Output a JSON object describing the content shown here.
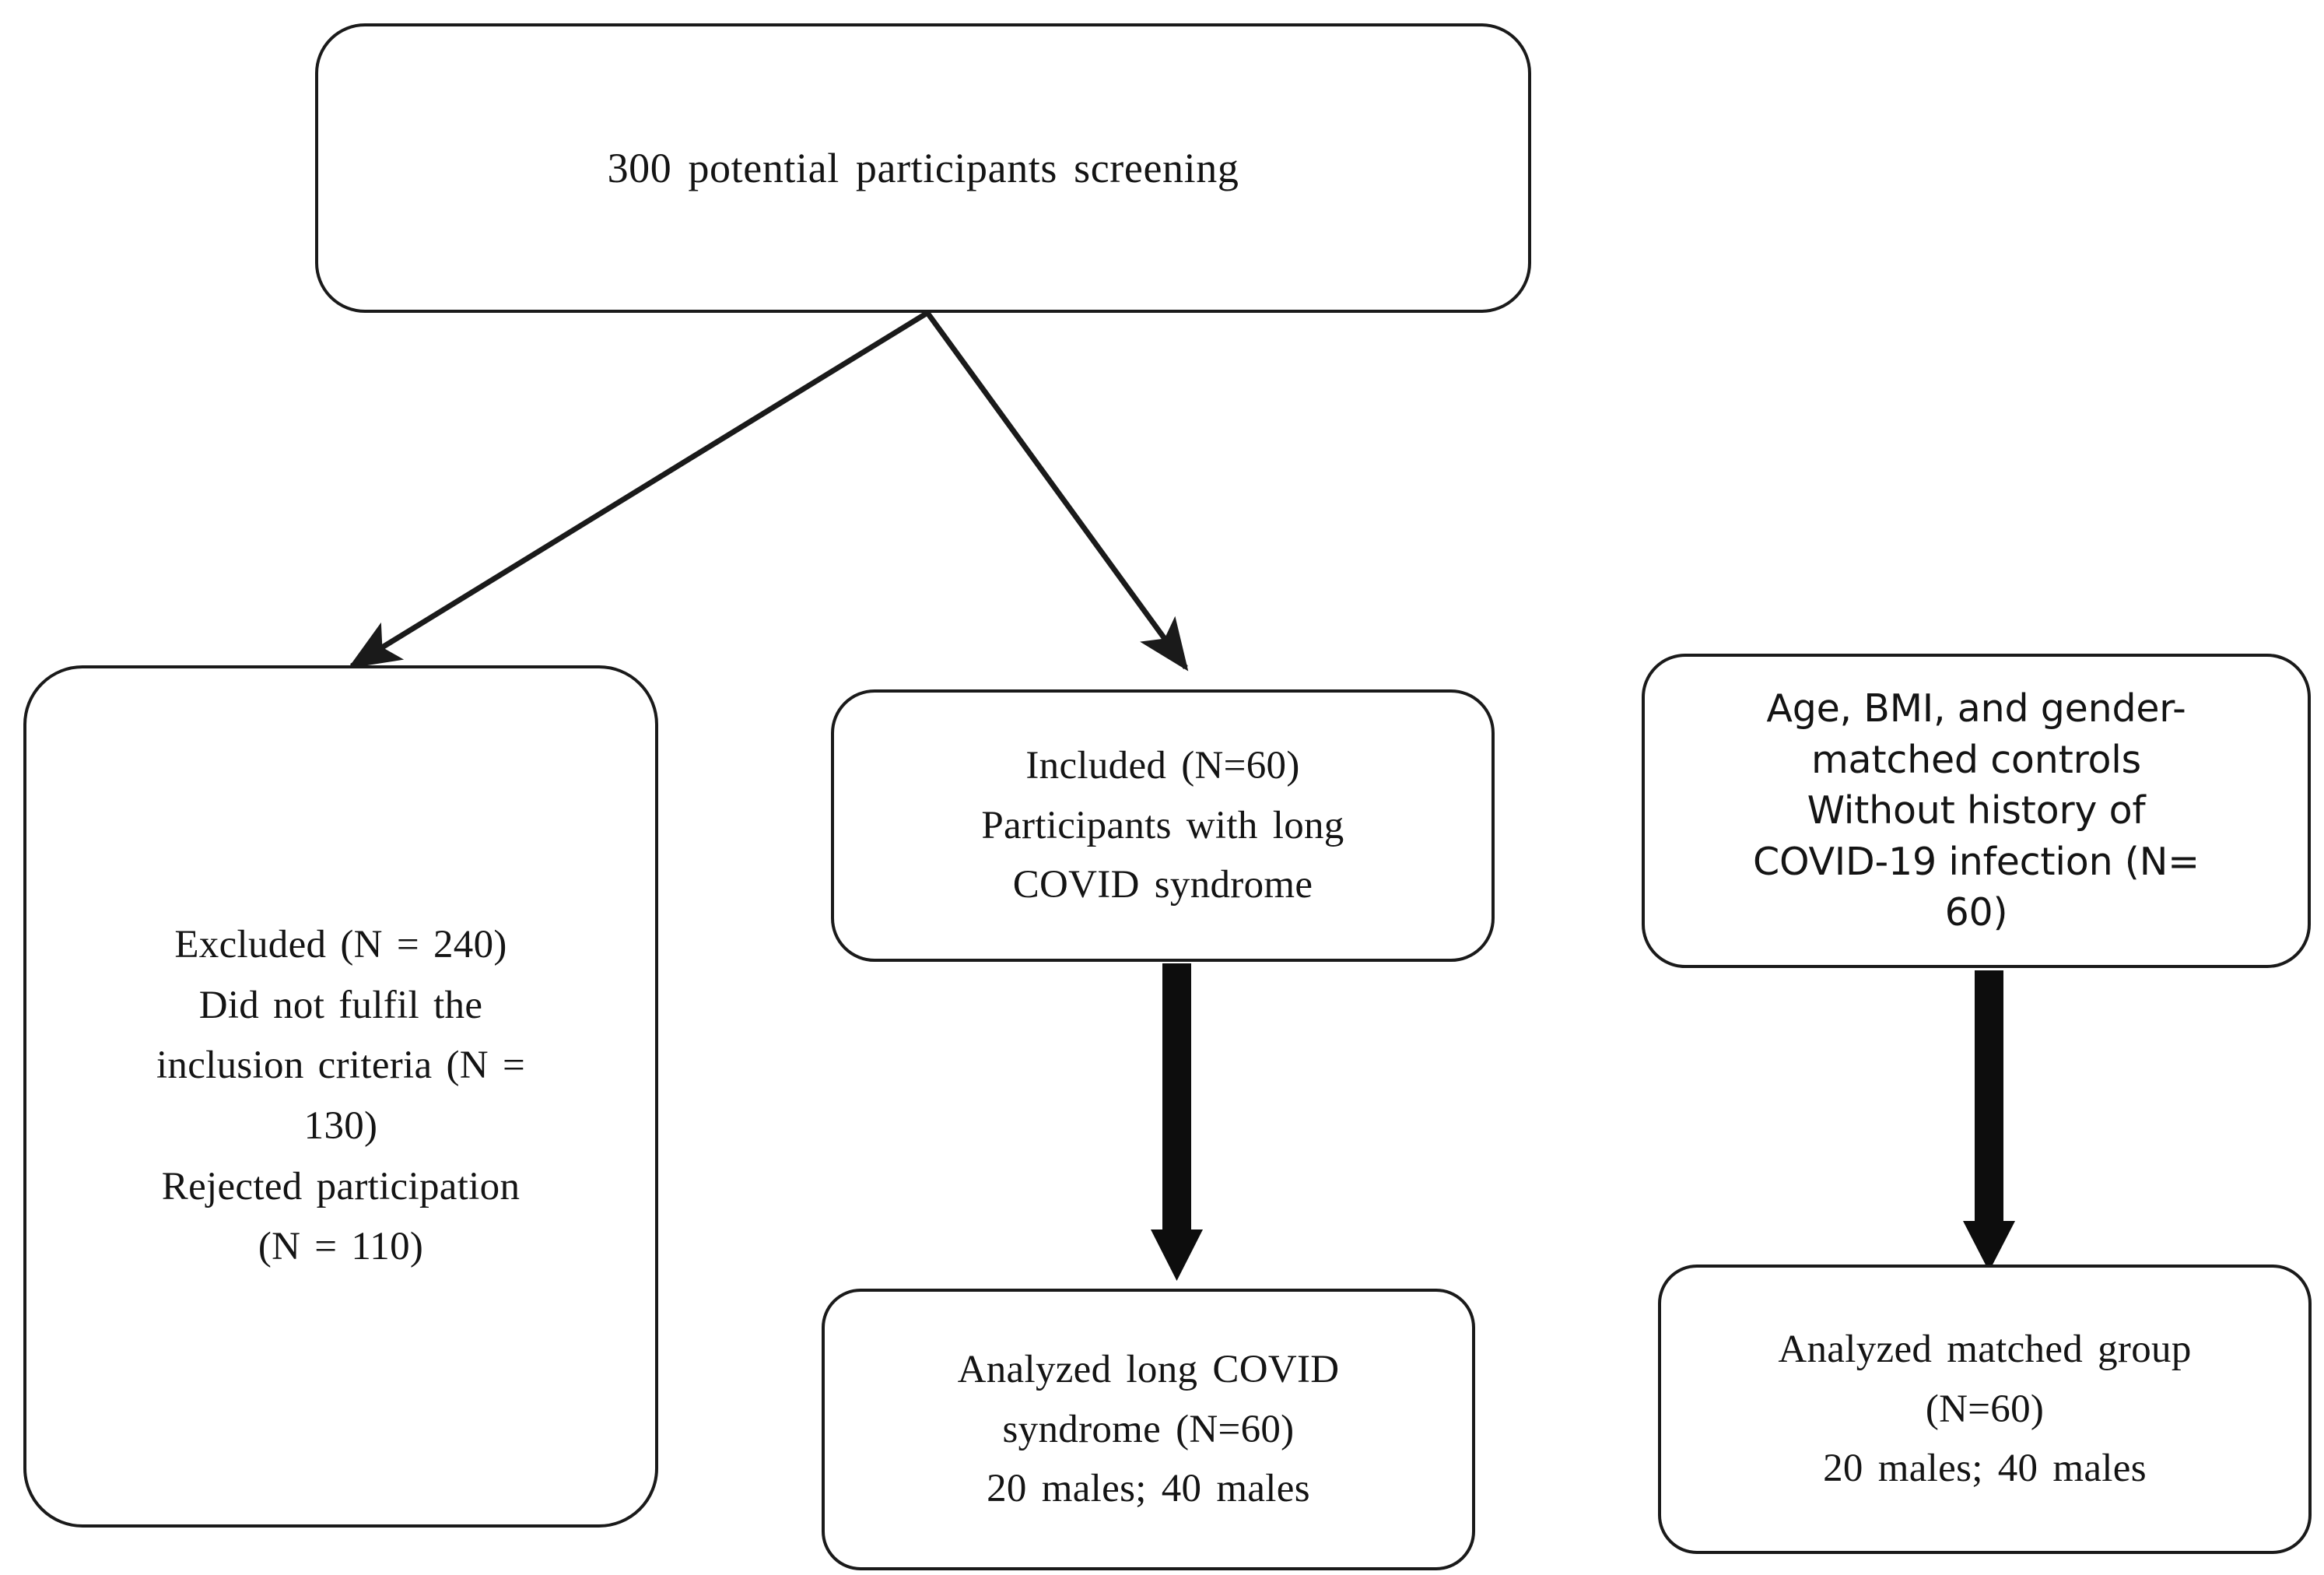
{
  "diagram": {
    "type": "flowchart",
    "orientation": "top-down",
    "background_color": "#ffffff",
    "stroke_color": "#1a1a1a",
    "text_color": "#141414"
  },
  "nodes": {
    "screening": {
      "label": "300 potential  participants  screening"
    },
    "excluded": {
      "label": "Excluded  (N = 240)\nDid not fulfil the\ninclusion  criteria (N =\n130)\nRejected participation\n(N = 110)"
    },
    "included": {
      "label": "Included  (N=60)\nParticipants  with  long\nCOVID syndrome"
    },
    "controls": {
      "label": "Age, BMI, and gender-\nmatched controls\nWithout history of\nCOVID-19 infection (N=\n60)"
    },
    "analyzed_long_covid": {
      "label": "Analyzed  long COVID\nsyndrome  (N=60)\n20 males; 40 males"
    },
    "analyzed_matched": {
      "label": "Analyzed  matched group\n(N=60)\n20 males; 40 males"
    }
  },
  "edges": [
    {
      "name": "screening-to-excluded",
      "from": "screening",
      "to": "excluded",
      "style": "thin-arrow"
    },
    {
      "name": "screening-to-included",
      "from": "screening",
      "to": "included",
      "style": "thin-arrow"
    },
    {
      "name": "included-to-analyzed-long-covid",
      "from": "included",
      "to": "analyzed_long_covid",
      "style": "thick-arrow"
    },
    {
      "name": "controls-to-analyzed-matched",
      "from": "controls",
      "to": "analyzed_matched",
      "style": "thick-arrow"
    }
  ]
}
